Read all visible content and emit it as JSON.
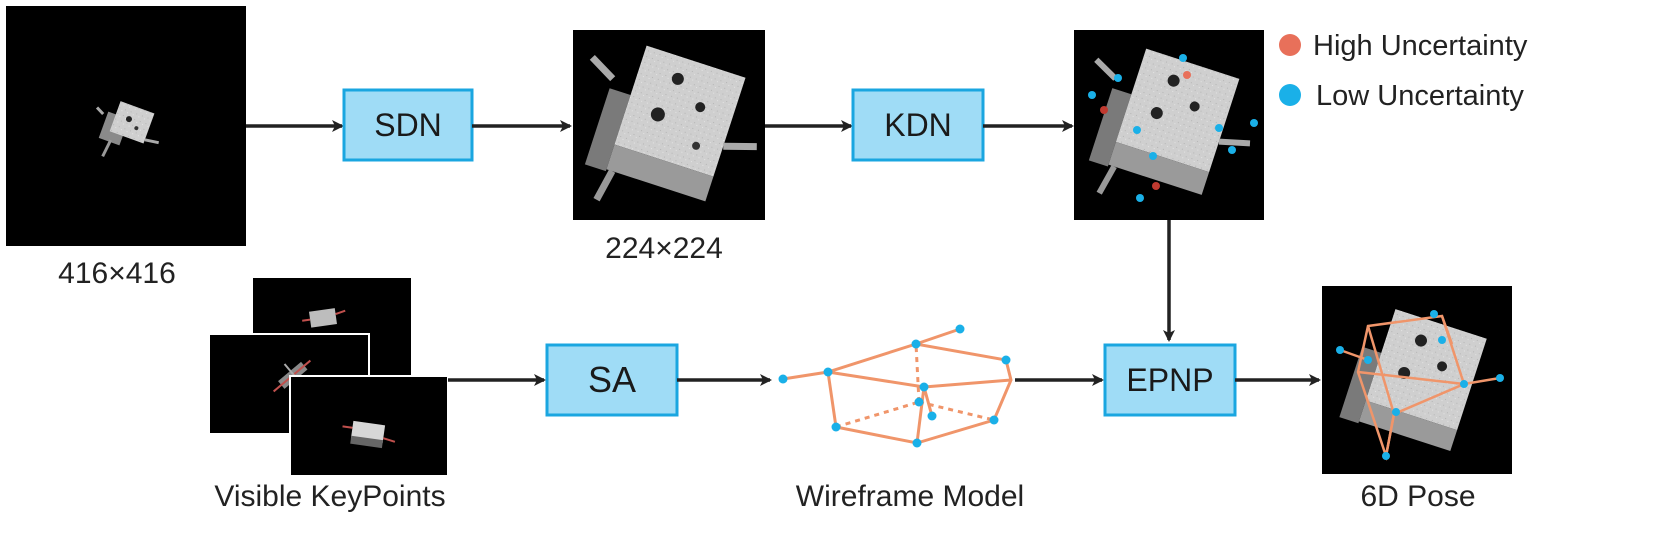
{
  "diagram": {
    "blocks": {
      "sdn": "SDN",
      "kdn": "KDN",
      "sa": "SA",
      "epnp": "EPNP"
    },
    "captions": {
      "input_size": "416×416",
      "crop_size": "224×224",
      "visible_keypoints": "Visible KeyPoints",
      "wireframe_model": "Wireframe Model",
      "pose": "6D Pose"
    },
    "legend": {
      "high": "High Uncertainty",
      "low": "Low Uncertainty"
    }
  },
  "colors": {
    "block_fill": "#9fdcf6",
    "block_stroke": "#1aa6e0",
    "keypoint_low": "#1ab0e8",
    "keypoint_high": "#e8705a",
    "wireframe": "#f0956a",
    "arrow": "#222222",
    "image_bg": "#000000"
  }
}
